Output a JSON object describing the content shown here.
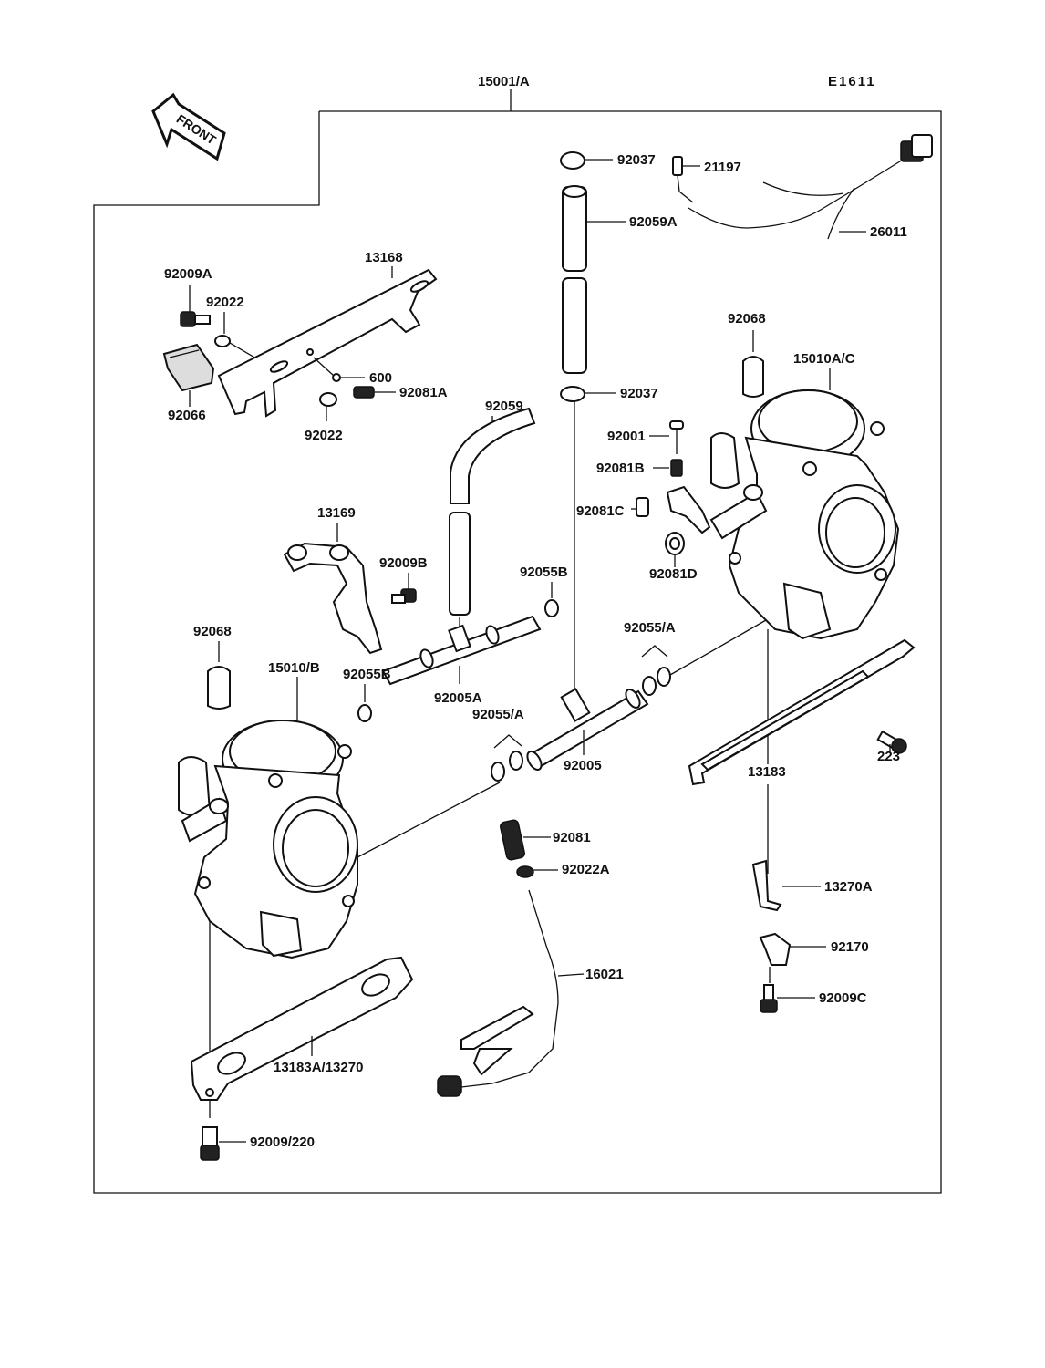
{
  "diagram": {
    "ref_code": "E1611",
    "front_label": "FRONT",
    "labels": {
      "assembly": "15001/A",
      "p92037_top": "92037",
      "p21197": "21197",
      "p92059A": "92059A",
      "p26011": "26011",
      "p92009A": "92009A",
      "p13168": "13168",
      "p92022_top": "92022",
      "p600": "600",
      "p92081A": "92081A",
      "p92066": "92066",
      "p92022_bottom": "92022",
      "p92059": "92059",
      "p92037_mid": "92037",
      "p92068_right": "92068",
      "p15010AC": "15010A/C",
      "p92001": "92001",
      "p92081B": "92081B",
      "p92081C": "92081C",
      "p92081D": "92081D",
      "p13169": "13169",
      "p92009B": "92009B",
      "p92055B_top": "92055B",
      "p92055A_right": "92055/A",
      "p92068_left": "92068",
      "p15010B": "15010/B",
      "p92055B_left": "92055B",
      "p92005A": "92005A",
      "p92055A_mid": "92055/A",
      "p92005": "92005",
      "p223": "223",
      "p13183": "13183",
      "p92081": "92081",
      "p92022A": "92022A",
      "p13270A": "13270A",
      "p92170": "92170",
      "p16021": "16021",
      "p92009C": "92009C",
      "p13183A": "13183A/13270",
      "p92009_220": "92009/220"
    }
  }
}
